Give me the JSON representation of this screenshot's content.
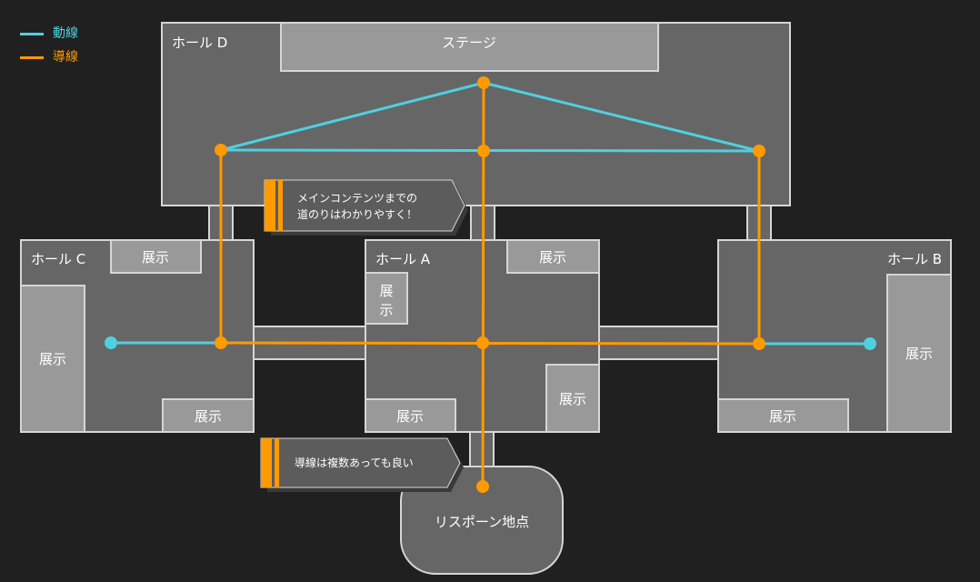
{
  "legend": [
    {
      "label": "動線",
      "color": "#4fd0e0"
    },
    {
      "label": "導線",
      "color": "#ff9a00"
    }
  ],
  "halls": {
    "hall_d": "ホール D",
    "hall_c": "ホール C",
    "hall_a": "ホール A",
    "hall_b": "ホール B"
  },
  "stage_label": "ステージ",
  "exhibit_label": "展示",
  "exhibit_stacked": [
    "展",
    "示"
  ],
  "respawn_label": "リスポーン地点",
  "callouts": {
    "main_content_lines": [
      "メインコンテンツまでの",
      "道のりはわかりやすく！"
    ],
    "multiple_guides": "導線は複数あっても良い"
  },
  "colors": {
    "background": "#202020",
    "room_fill": "#666666",
    "room_stroke": "#d6d6d6",
    "exhibit_fill": "#999999",
    "text": "#ffffff",
    "callout_fill": "#5c5c5c",
    "movement_line": "#4fd0e0",
    "guide_line": "#ff9a00"
  }
}
